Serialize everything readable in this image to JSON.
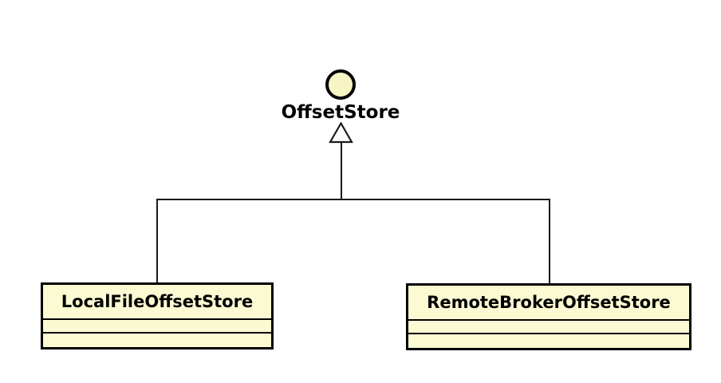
{
  "diagram": {
    "kind": "uml-class-diagram",
    "background_color": "#FFFFFF",
    "line_color": "#000000",
    "node_fill_color": "#FCFAD2",
    "interface_circle_fill_color": "#F8F5C4",
    "interface_node": {
      "label": "OffsetStore",
      "shape": "circle"
    },
    "class_nodes": [
      {
        "label": "LocalFileOffsetStore",
        "attributes_compartment": "",
        "methods_compartment": ""
      },
      {
        "label": "RemoteBrokerOffsetStore",
        "attributes_compartment": "",
        "methods_compartment": ""
      }
    ],
    "relationships": [
      {
        "type": "generalization",
        "from": "LocalFileOffsetStore",
        "to": "OffsetStore",
        "arrowhead": "hollow-triangle"
      },
      {
        "type": "generalization",
        "from": "RemoteBrokerOffsetStore",
        "to": "OffsetStore",
        "arrowhead": "hollow-triangle"
      }
    ]
  }
}
